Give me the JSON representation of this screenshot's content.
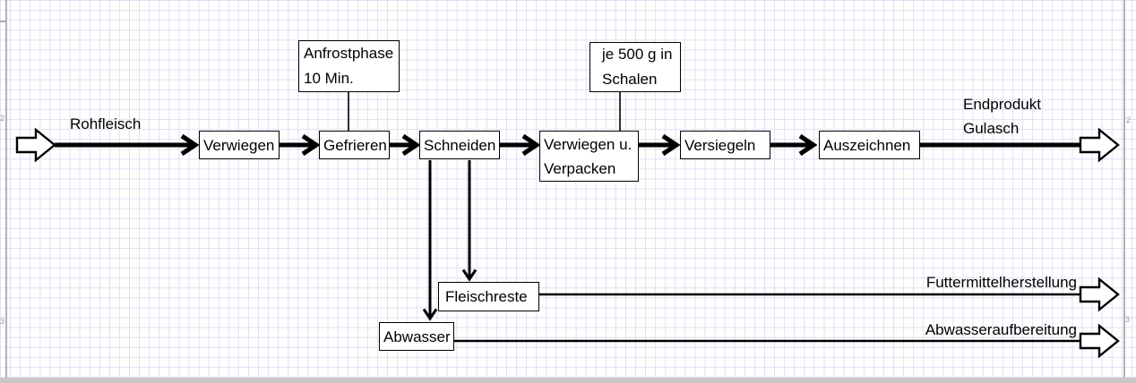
{
  "canvas": {
    "grid_color": "#e1def2",
    "page_line_color": "#b0b0b0",
    "stroke_color": "#000000",
    "node_fill_color": "#ffffff"
  },
  "nodes": {
    "verwiegen": "Verwiegen",
    "gefrieren": "Gefrieren",
    "schneiden": "Schneiden",
    "verwiegen_verpacken": {
      "line1": "Verwiegen u.",
      "line2": "Verpacken"
    },
    "versiegeln": "Versiegeln",
    "auszeichnen": "Auszeichnen",
    "fleischreste": "Fleischreste",
    "abwasser": "Abwasser"
  },
  "annotations": {
    "anfrostphase": {
      "line1": "Anfrostphase",
      "line2": "10 Min."
    },
    "schalen": {
      "line1": "je 500 g in",
      "line2": "Schalen"
    }
  },
  "labels": {
    "input": "Rohfleisch",
    "output": {
      "line1": "Endprodukt",
      "line2": "Gulasch"
    },
    "futtermittel": "Futtermittelherstellung",
    "abwasseraufbereitung": "Abwasseraufbereitung"
  },
  "page_markers": {
    "top_left": "2",
    "top_right": "2",
    "bottom_left": "3",
    "bottom_right": "3"
  },
  "connections": [
    "Rohfleisch -> Verwiegen",
    "Verwiegen -> Gefrieren",
    "Gefrieren -> Schneiden",
    "Schneiden -> Verwiegen u. Verpacken",
    "Verwiegen u. Verpacken -> Versiegeln",
    "Versiegeln -> Auszeichnen",
    "Auszeichnen -> Endprodukt Gulasch",
    "Schneiden -> Fleischreste",
    "Schneiden -> Abwasser",
    "Fleischreste -> Futtermittelherstellung",
    "Abwasser -> Abwasseraufbereitung",
    "Anfrostphase 10 Min. -- Gefrieren",
    "je 500 g in Schalen -- Verwiegen u. Verpacken"
  ]
}
